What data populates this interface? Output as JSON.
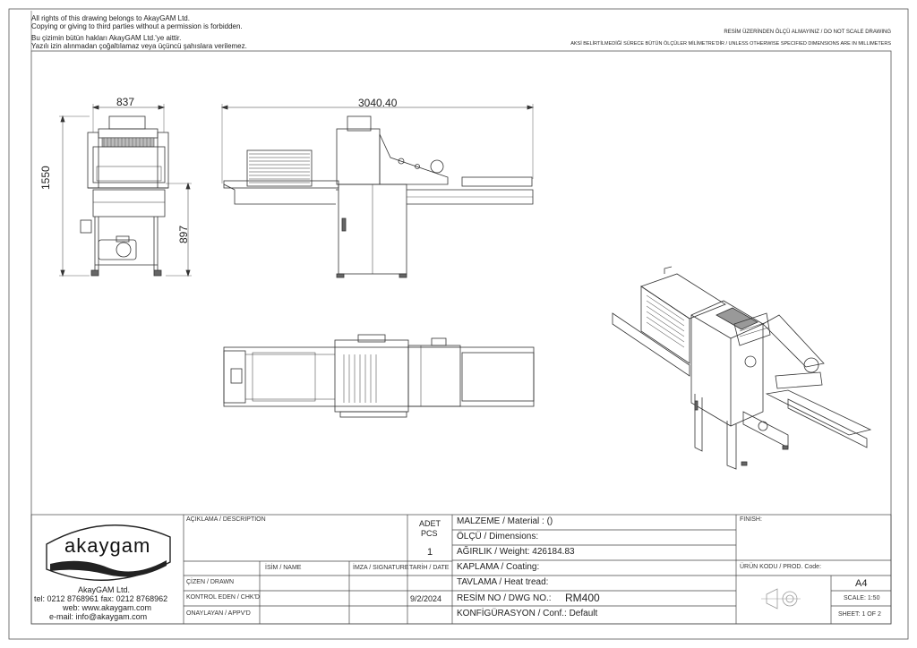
{
  "header": {
    "copyright_en_1": "All rights of this drawing belongs to AkayGAM Ltd.",
    "copyright_en_2": "Copying or giving to third parties without a permission is forbidden.",
    "copyright_tr_1": "Bu çizimin bütün hakları AkayGAM Ltd.'ye aittir.",
    "copyright_tr_2": "Yazılı izin alınmadan çoğaltılamaz veya üçüncü şahıslara verilemez.",
    "scale_note": "RESİM ÜZERİNDEN ÖLÇÜ ALMAYINIZ / DO NOT SCALE DRAWING",
    "units_note": "AKSİ BELİRTİLMEDİĞİ SÜRECE BÜTÜN ÖLÇÜLER MİLİMETRE'DİR / UNLESS OTHERWISE SPECIFIED DIMENSIONS ARE IN MILLIMETERS"
  },
  "dimensions": {
    "width": "837",
    "length": "3040.40",
    "height": "1550",
    "table_height": "897"
  },
  "title_block": {
    "logo_text": "akaygam",
    "company": "AkayGAM Ltd.",
    "tel": "tel: 0212 8768961 fax: 0212 8768962",
    "web": "web: www.akaygam.com",
    "email": "e-mail: info@akaygam.com",
    "description_label": "AÇIKLAMA / DESCRIPTION",
    "pcs_label_1": "ADET",
    "pcs_label_2": "PCS",
    "pcs_value": "1",
    "name_label": "İSİM / NAME",
    "signature_label": "İMZA / SIGNATURE",
    "date_label": "TARİH / DATE",
    "drawn_label": "ÇİZEN / DRAWN",
    "checked_label": "KONTROL EDEN / CHK'D",
    "approved_label": "ONAYLAYAN / APPV'D",
    "date_value": "9/2/2024",
    "material": "MALZEME / Material :  ()",
    "dimensions_field": "ÖLÇÜ / Dimensions:",
    "weight": "AĞIRLIK / Weight: 426184.83",
    "coating": "KAPLAMA / Coating:",
    "heat_treat": "TAVLAMA / Heat tread:",
    "dwg_label": "RESİM NO / DWG NO.:",
    "dwg_value": "RM400",
    "conf": "KONFİGÜRASYON / Conf.:  Default",
    "finish_label": "FINISH:",
    "prod_code_label": "ÜRÜN KODU / PROD. Code:",
    "paper_size": "A4",
    "scale": "SCALE: 1:50",
    "sheet": "SHEET: 1 OF 2"
  }
}
